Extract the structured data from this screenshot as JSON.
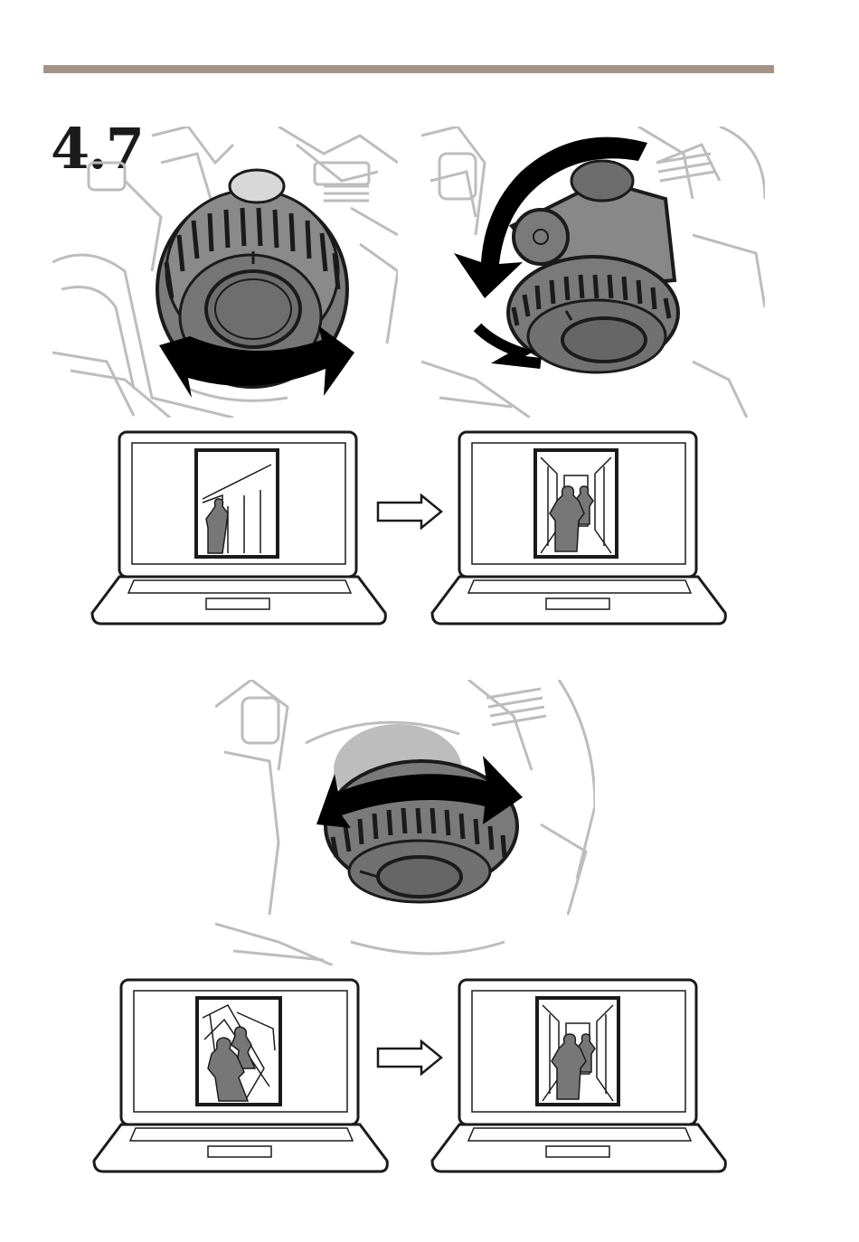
{
  "step_number": "4.7",
  "colors": {
    "rule": "#a49488",
    "line_art_gray": "#bdbdbd",
    "dome_gray": "#7c7c7c",
    "dark": "#1b1b1b",
    "arrow_black": "#000000"
  },
  "illustrations": [
    {
      "name": "pan-adjustment",
      "action": "rotate-horizontal"
    },
    {
      "name": "tilt-adjustment",
      "action": "rotate-vertical"
    },
    {
      "name": "rotation-adjustment",
      "action": "rotate-lens"
    }
  ],
  "screens": [
    {
      "state": "before",
      "view": "tilted-corridor"
    },
    {
      "state": "after",
      "view": "centered-corridor"
    }
  ]
}
